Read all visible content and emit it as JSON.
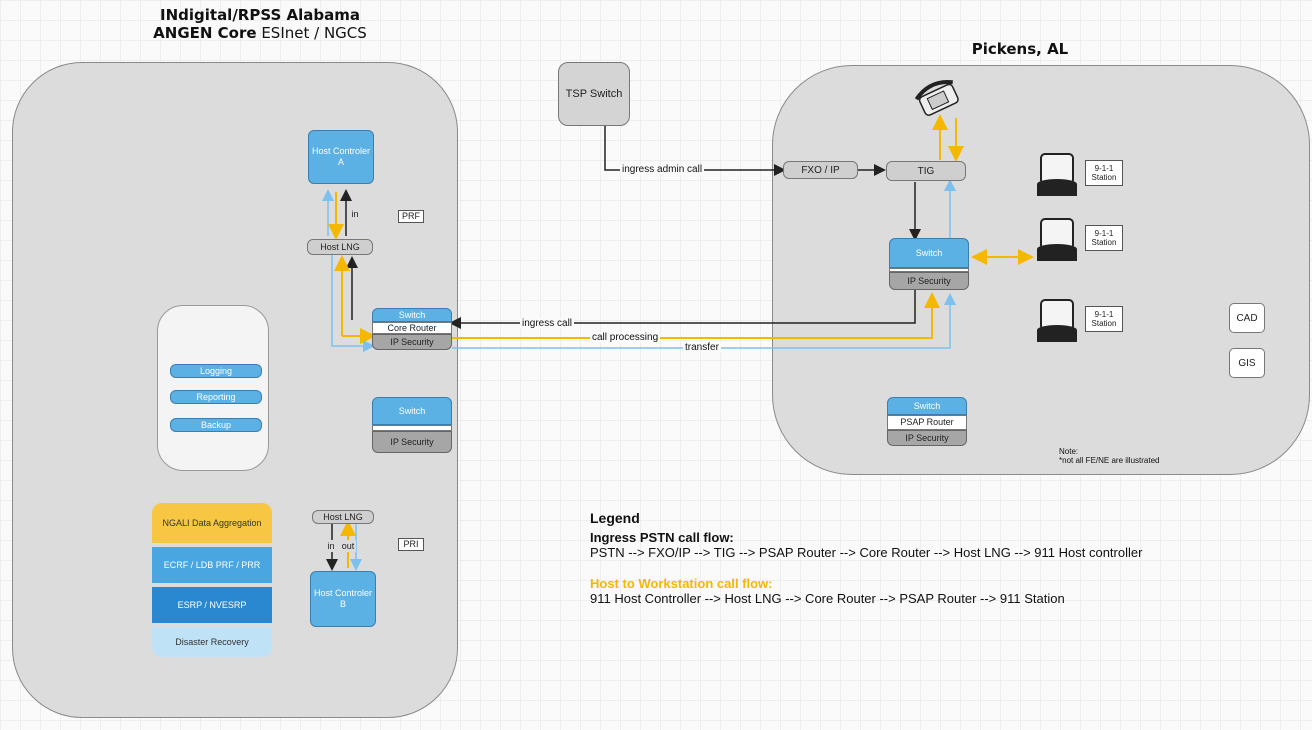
{
  "title": {
    "line1": "INdigital/RPSS Alabama",
    "line2_bold": "ANGEN Core",
    "line2_light": " ESInet / NGCS"
  },
  "site": {
    "title": "Pickens, AL"
  },
  "core": {
    "host_a": "Host Controler A",
    "host_b": "Host Controler B",
    "host_lng_a": "Host LNG",
    "host_lng_b": "Host LNG",
    "in_a": "in",
    "in_b": "in",
    "out_b": "out",
    "prf": "PRF",
    "pri": "PRI",
    "switch1": "Switch",
    "core_router": "Core Router",
    "ipsec1": "IP Security",
    "switch2": "Switch",
    "ipsec2": "IP Security",
    "services": [
      "Logging",
      "Reporting",
      "Backup"
    ],
    "ngali": "NGALI Data Aggregation",
    "ecrf": "ECRF / LDB PRF / PRR",
    "esrp": "ESRP / NVESRP",
    "dr": "Disaster Recovery"
  },
  "tsp": "TSP Switch",
  "flows": {
    "ingress_admin": "ingress admin call",
    "ingress": "ingress call",
    "processing": "call processing",
    "transfer": "transfer"
  },
  "psap": {
    "fxo": "FXO / IP",
    "tig": "TIG",
    "switch": "Switch",
    "ipsec": "IP Security",
    "switch2": "Switch",
    "psap_router": "PSAP Router",
    "ipsec2": "IP Security",
    "stations": [
      "9-1-1 Station",
      "9-1-1 Station",
      "9-1-1 Station"
    ],
    "cad": "CAD",
    "gis": "GIS",
    "note_l1": "Note:",
    "note_l2": "*not all FE/NE are illustrated"
  },
  "legend": {
    "title": "Legend",
    "h1": "Ingress PSTN call flow:",
    "t1": "PSTN --> FXO/IP --> TIG --> PSAP Router --> Core Router --> Host LNG --> 911 Host controller",
    "h2": "Host to Workstation call flow:",
    "t2": "911 Host Controller --> Host LNG --> Core Router --> PSAP Router --> 911 Station"
  },
  "colors": {
    "blue": "#5bb0e4",
    "dark_blue": "#2a88d0",
    "orange": "#f5b800",
    "light_blue_line": "#7cc1ee"
  }
}
